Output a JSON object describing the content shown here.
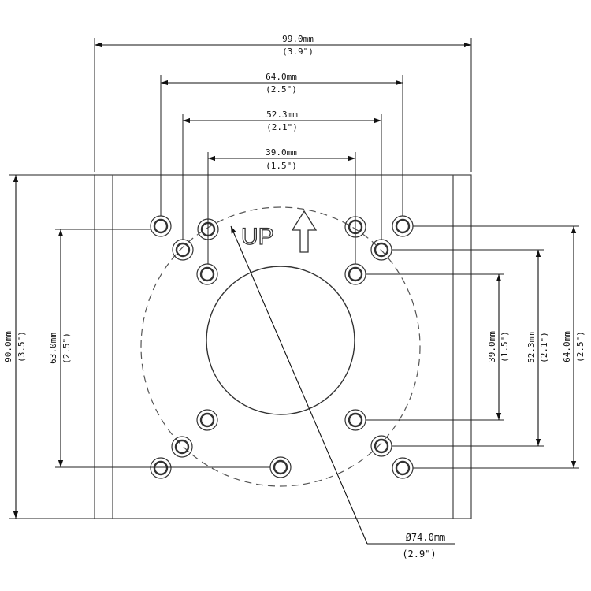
{
  "dimensions": {
    "width_99": {
      "mm": "99.0mm",
      "inch": "(3.9\")"
    },
    "width_64": {
      "mm": "64.0mm",
      "inch": "(2.5\")"
    },
    "width_52": {
      "mm": "52.3mm",
      "inch": "(2.1\")"
    },
    "width_39": {
      "mm": "39.0mm",
      "inch": "(1.5\")"
    },
    "height_90": {
      "mm": "90.0mm",
      "inch": "(3.5\")"
    },
    "height_63": {
      "mm": "63.0mm",
      "inch": "(2.5\")"
    },
    "height_39": {
      "mm": "39.0mm",
      "inch": "(1.5\")"
    },
    "height_52": {
      "mm": "52.3mm",
      "inch": "(2.1\")"
    },
    "height_64": {
      "mm": "64.0mm",
      "inch": "(2.5\")"
    },
    "diameter": {
      "mm": "Ø74.0mm",
      "inch": "(2.9\")"
    }
  },
  "orientation_label": "UP"
}
